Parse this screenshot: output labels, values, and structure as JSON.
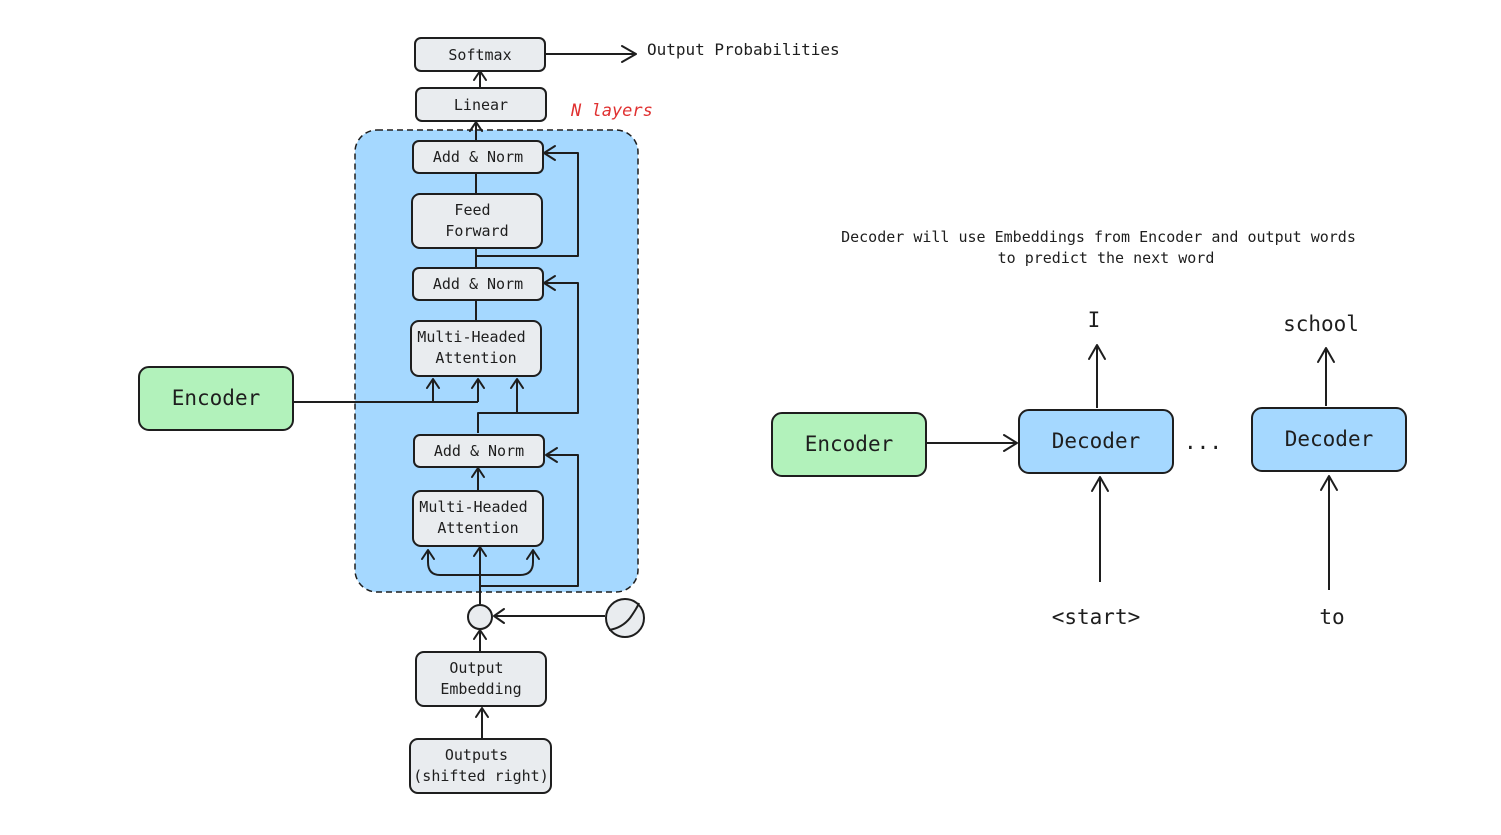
{
  "left_diagram": {
    "softmax": "Softmax",
    "output_probabilities": "Output Probabilities",
    "linear": "Linear",
    "n_layers": "N layers",
    "add_norm_top": "Add & Norm",
    "feed_forward_line1": "Feed",
    "feed_forward_line2": "Forward",
    "add_norm_middle": "Add & Norm",
    "mha_upper_line1": "Multi-Headed",
    "mha_upper_line2": "Attention",
    "encoder": "Encoder",
    "add_norm_bottom": "Add & Norm",
    "mha_lower_line1": "Multi-Headed",
    "mha_lower_line2": "Attention",
    "output_embedding_line1": "Output",
    "output_embedding_line2": "Embedding",
    "outputs_line1": "Outputs",
    "outputs_line2": "(shifted right)"
  },
  "right_diagram": {
    "caption_line1": "Decoder will use Embeddings from Encoder and output words",
    "caption_line2": "to predict the next word",
    "encoder": "Encoder",
    "decoder_1": "Decoder",
    "decoder_2": "Decoder",
    "ellipsis": "...",
    "output_word_1": "I",
    "output_word_2": "school",
    "input_word_1": "<start>",
    "input_word_2": "to"
  },
  "colors": {
    "gray_fill": "#e9ecef",
    "green_fill": "#b2f2bb",
    "blue_fill": "#a5d8ff",
    "stroke": "#1e1e1e",
    "n_layers_text": "#e03131"
  }
}
